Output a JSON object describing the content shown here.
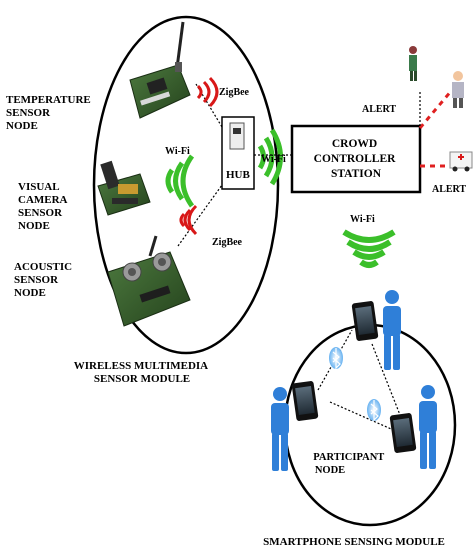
{
  "diagram": {
    "sensor_labels": {
      "temperature": [
        "TEMPERATURE",
        "SENSOR",
        "NODE"
      ],
      "visual": [
        "VISUAL",
        "CAMERA",
        "SENSOR",
        "NODE"
      ],
      "acoustic": [
        "ACOUSTIC",
        "SENSOR",
        "NODE"
      ]
    },
    "links": {
      "zigbee_top": "ZigBee",
      "zigbee_bottom": "ZigBee",
      "wifi_left": "Wi-Fi",
      "wifi_hub": "Wi-Fi",
      "wifi_station": "Wi-Fi"
    },
    "hub": "HUB",
    "station": [
      "CROWD",
      "CONTROLLER",
      "STATION"
    ],
    "alerts": {
      "top": "ALERT",
      "right": "ALERT"
    },
    "wmsm": [
      "WIRELESS MULTIMEDIA",
      "SENSOR MODULE"
    ],
    "participant": [
      "PARTICIPANT",
      "NODE"
    ],
    "ssm": "SMARTPHONE SENSING MODULE",
    "colors": {
      "wifi_green": "#3bbf2a",
      "zigbee_red": "#d81818",
      "person_blue": "#2f7fd8",
      "board_green": "#3e6b34",
      "bluetooth": "#4aa3ee",
      "alert_red": "#e02020"
    }
  }
}
